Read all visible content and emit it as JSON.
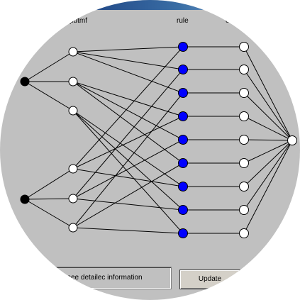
{
  "structure": {
    "column_labels": {
      "inputmf": "putmf",
      "rule": "rule",
      "outputmf": "o"
    },
    "input_count": 2,
    "inputmf_count": 6,
    "rule_count": 9,
    "outputmf_count": 9,
    "output_count": 1
  },
  "colors": {
    "background": "#c0c0c0",
    "line": "#000000",
    "rule_node_fill": "#0000ff",
    "mf_node_fill": "#ffffff",
    "input_node_fill": "#000000"
  },
  "footer": {
    "info_text": "see detailec information",
    "update_label": "Update"
  }
}
